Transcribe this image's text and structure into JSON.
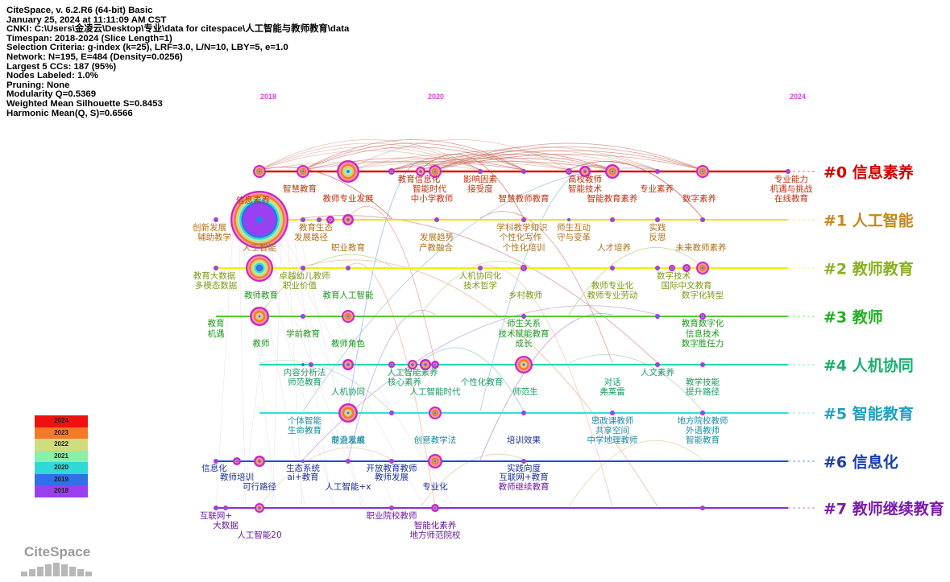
{
  "info": [
    "CiteSpace, v. 6.2.R6 (64-bit) Basic",
    "January 25, 2024 at 11:11:09 AM CST",
    "CNKI: C:\\Users\\金凌云\\Desktop\\专业\\data for citespace\\人工智能与教师教育\\data",
    "Timespan: 2018-2024 (Slice Length=1)",
    "Selection Criteria: g-index (k=25), LRF=3.0, L/N=10, LBY=5, e=1.0",
    "Network: N=195, E=484 (Density=0.0256)",
    "Largest 5 CCs: 187 (95%)",
    "Nodes Labeled: 1.0%",
    "Pruning: None",
    "Modularity Q=0.5369",
    "Weighted Mean Silhouette S=0.8453",
    "Harmonic Mean(Q, S)=0.6566"
  ],
  "years": [
    "2018",
    "2020",
    "2024"
  ],
  "clusters": [
    {
      "label": "#0 信息素养",
      "color": "#d40000",
      "line": "#e01010"
    },
    {
      "label": "#1 人工智能",
      "color": "#c8861e",
      "line": "#f0e020"
    },
    {
      "label": "#2 教师教育",
      "color": "#8ab020",
      "line": "#f2f200"
    },
    {
      "label": "#3 教师",
      "color": "#20b020",
      "line": "#50d030"
    },
    {
      "label": "#4 人机协同",
      "color": "#1ab070",
      "line": "#20d8b0"
    },
    {
      "label": "#5 智能教育",
      "color": "#20a0c0",
      "line": "#30e0e0"
    },
    {
      "label": "#6 信息化",
      "color": "#1a3cb0",
      "line": "#2050d0"
    },
    {
      "label": "#7 教师继续教育",
      "color": "#7a1ab0",
      "line": "#8a30d0"
    }
  ],
  "nodes": [
    {
      "text": "智慧教育",
      "c": 0,
      "color": "#c03010"
    },
    {
      "text": "信息素养",
      "c": 0,
      "color": "#c03010"
    },
    {
      "text": "教师专业发展",
      "c": 0,
      "color": "#c03010"
    },
    {
      "text": "教育信息化",
      "c": 0,
      "color": "#c03010"
    },
    {
      "text": "智能时代",
      "c": 0,
      "color": "#c03010"
    },
    {
      "text": "中小学教师",
      "c": 0,
      "color": "#c03010"
    },
    {
      "text": "影响因素",
      "c": 0,
      "color": "#c03010"
    },
    {
      "text": "接受度",
      "c": 0,
      "color": "#c03010"
    },
    {
      "text": "智慧教师教育",
      "c": 0,
      "color": "#c03010"
    },
    {
      "text": "高校教师",
      "c": 0,
      "color": "#c03010"
    },
    {
      "text": "智能技术",
      "c": 0,
      "color": "#c03010"
    },
    {
      "text": "智能教育素养",
      "c": 0,
      "color": "#c03010"
    },
    {
      "text": "专业素养",
      "c": 0,
      "color": "#c03010"
    },
    {
      "text": "数字素养",
      "c": 0,
      "color": "#c03010"
    },
    {
      "text": "专业能力",
      "c": 0,
      "color": "#c03010"
    },
    {
      "text": "机遇与挑战",
      "c": 0,
      "color": "#c03010"
    },
    {
      "text": "在线教育",
      "c": 0,
      "color": "#c03010"
    },
    {
      "text": "创新发展",
      "c": 1,
      "color": "#b07018"
    },
    {
      "text": "辅助教学",
      "c": 1,
      "color": "#b07018"
    },
    {
      "text": "人工智能",
      "c": 1,
      "color": "#b07018"
    },
    {
      "text": "教育生态",
      "c": 1,
      "color": "#b07018"
    },
    {
      "text": "发展路径",
      "c": 1,
      "color": "#b07018"
    },
    {
      "text": "职业教育",
      "c": 1,
      "color": "#b07018"
    },
    {
      "text": "发展趋势",
      "c": 1,
      "color": "#b07018"
    },
    {
      "text": "产教融合",
      "c": 1,
      "color": "#b07018"
    },
    {
      "text": "学科教学知识",
      "c": 1,
      "color": "#b07018"
    },
    {
      "text": "个性化写作",
      "c": 1,
      "color": "#b07018"
    },
    {
      "text": "个性化培训",
      "c": 1,
      "color": "#b07018"
    },
    {
      "text": "师生互动",
      "c": 1,
      "color": "#b07018"
    },
    {
      "text": "守与变革",
      "c": 1,
      "color": "#b07018"
    },
    {
      "text": "人才培养",
      "c": 1,
      "color": "#b07018"
    },
    {
      "text": "实践",
      "c": 1,
      "color": "#b07018"
    },
    {
      "text": "反思",
      "c": 1,
      "color": "#b07018"
    },
    {
      "text": "未来教师素养",
      "c": 1,
      "color": "#b07018"
    },
    {
      "text": "教育大数据",
      "c": 2,
      "color": "#7a9a18"
    },
    {
      "text": "多模态数据",
      "c": 2,
      "color": "#7a9a18"
    },
    {
      "text": "卓越幼儿教师",
      "c": 2,
      "color": "#7a9a18"
    },
    {
      "text": "职业价值",
      "c": 2,
      "color": "#7a9a18"
    },
    {
      "text": "人机协同化",
      "c": 2,
      "color": "#7a9a18"
    },
    {
      "text": "技术哲学",
      "c": 2,
      "color": "#7a9a18"
    },
    {
      "text": "乡村教师",
      "c": 2,
      "color": "#7a9a18"
    },
    {
      "text": "教师专业化",
      "c": 2,
      "color": "#7a9a18"
    },
    {
      "text": "教师专业劳动",
      "c": 2,
      "color": "#7a9a18"
    },
    {
      "text": "数字技术",
      "c": 2,
      "color": "#7a9a18"
    },
    {
      "text": "国际中文教育",
      "c": 2,
      "color": "#7a9a18"
    },
    {
      "text": "数字化转型",
      "c": 2,
      "color": "#7a9a18"
    },
    {
      "text": "教师教育",
      "c": 3,
      "color": "#1a9a1a"
    },
    {
      "text": "教育人工智能",
      "c": 3,
      "color": "#1a9a1a"
    },
    {
      "text": "教育",
      "c": 3,
      "color": "#1a9a1a"
    },
    {
      "text": "机遇",
      "c": 3,
      "color": "#1a9a1a"
    },
    {
      "text": "学前教育",
      "c": 3,
      "color": "#1a9a1a"
    },
    {
      "text": "教师",
      "c": 3,
      "color": "#1a9a1a"
    },
    {
      "text": "教师角色",
      "c": 3,
      "color": "#1a9a1a"
    },
    {
      "text": "师生关系",
      "c": 3,
      "color": "#1a9a1a"
    },
    {
      "text": "技术赋能教育",
      "c": 3,
      "color": "#1a9a1a"
    },
    {
      "text": "成长",
      "c": 3,
      "color": "#1a9a1a"
    },
    {
      "text": "教育数字化",
      "c": 3,
      "color": "#1a9a1a"
    },
    {
      "text": "信息技术",
      "c": 3,
      "color": "#1a9a1a"
    },
    {
      "text": "数字胜任力",
      "c": 3,
      "color": "#1a9a1a"
    },
    {
      "text": "内容分析法",
      "c": 4,
      "color": "#169a60"
    },
    {
      "text": "师范教育",
      "c": 4,
      "color": "#169a60"
    },
    {
      "text": "人机协同",
      "c": 4,
      "color": "#169a60"
    },
    {
      "text": "人工智能素养",
      "c": 4,
      "color": "#169a60"
    },
    {
      "text": "核心素养",
      "c": 4,
      "color": "#169a60"
    },
    {
      "text": "人工智能时代",
      "c": 4,
      "color": "#169a60"
    },
    {
      "text": "个性化教育",
      "c": 4,
      "color": "#169a60"
    },
    {
      "text": "师范生",
      "c": 4,
      "color": "#169a60"
    },
    {
      "text": "对话",
      "c": 4,
      "color": "#169a60"
    },
    {
      "text": "弗莱雷",
      "c": 4,
      "color": "#169a60"
    },
    {
      "text": "人文素养",
      "c": 4,
      "color": "#169a60"
    },
    {
      "text": "教学技能",
      "c": 4,
      "color": "#169a60"
    },
    {
      "text": "提升路径",
      "c": 4,
      "color": "#169a60"
    },
    {
      "text": "个体智能",
      "c": 5,
      "color": "#1a8aa8"
    },
    {
      "text": "生命教育",
      "c": 5,
      "color": "#1a8aa8"
    },
    {
      "text": "前沿思维",
      "c": 5,
      "color": "#1a8aa8"
    },
    {
      "text": "思政课教师",
      "c": 5,
      "color": "#1a8aa8"
    },
    {
      "text": "共享空间",
      "c": 5,
      "color": "#1a8aa8"
    },
    {
      "text": "中学地理教师",
      "c": 5,
      "color": "#1a8aa8"
    },
    {
      "text": "地方院校教师",
      "c": 5,
      "color": "#1a8aa8"
    },
    {
      "text": "外语教师",
      "c": 5,
      "color": "#1a8aa8"
    },
    {
      "text": "智能教育",
      "c": 5,
      "color": "#1a8aa8"
    },
    {
      "text": "专业发展",
      "c": 5,
      "color": "#1a8aa8"
    },
    {
      "text": "创意教学法",
      "c": 5,
      "color": "#1a8aa8"
    },
    {
      "text": "培训效果",
      "c": 6,
      "color": "#1a2ea0"
    },
    {
      "text": "信息化",
      "c": 6,
      "color": "#1a2ea0"
    },
    {
      "text": "教师培训",
      "c": 6,
      "color": "#1a2ea0"
    },
    {
      "text": "可行路径",
      "c": 6,
      "color": "#1a2ea0"
    },
    {
      "text": "生态系统",
      "c": 6,
      "color": "#1a2ea0"
    },
    {
      "text": "ai+教育",
      "c": 6,
      "color": "#1a2ea0"
    },
    {
      "text": "人工智能+x",
      "c": 6,
      "color": "#1a2ea0"
    },
    {
      "text": "开放教育教师",
      "c": 6,
      "color": "#1a2ea0"
    },
    {
      "text": "教师发展",
      "c": 6,
      "color": "#1a2ea0"
    },
    {
      "text": "专业化",
      "c": 6,
      "color": "#1a2ea0"
    },
    {
      "text": "实践向度",
      "c": 6,
      "color": "#1a2ea0"
    },
    {
      "text": "互联网+教育",
      "c": 6,
      "color": "#1a2ea0"
    },
    {
      "text": "教师继续教育",
      "c": 7,
      "color": "#6a18a0"
    },
    {
      "text": "互联网+",
      "c": 7,
      "color": "#6a18a0"
    },
    {
      "text": "大数据",
      "c": 7,
      "color": "#6a18a0"
    },
    {
      "text": "人工智能20",
      "c": 7,
      "color": "#6a18a0"
    },
    {
      "text": "职业院校教师",
      "c": 7,
      "color": "#6a18a0"
    },
    {
      "text": "智能化素养",
      "c": 7,
      "color": "#6a18a0"
    },
    {
      "text": "地方师范院校",
      "c": 7,
      "color": "#6a18a0"
    }
  ],
  "legend": [
    {
      "year": "2024",
      "color": "#f01010"
    },
    {
      "year": "2023",
      "color": "#f47a28"
    },
    {
      "year": "2022",
      "color": "#d0dc80"
    },
    {
      "year": "2021",
      "color": "#88f0a8"
    },
    {
      "year": "2020",
      "color": "#30d8d8"
    },
    {
      "year": "2019",
      "color": "#3070e8"
    },
    {
      "year": "2018",
      "color": "#9a40f0"
    }
  ],
  "logo": "CiteSpace"
}
